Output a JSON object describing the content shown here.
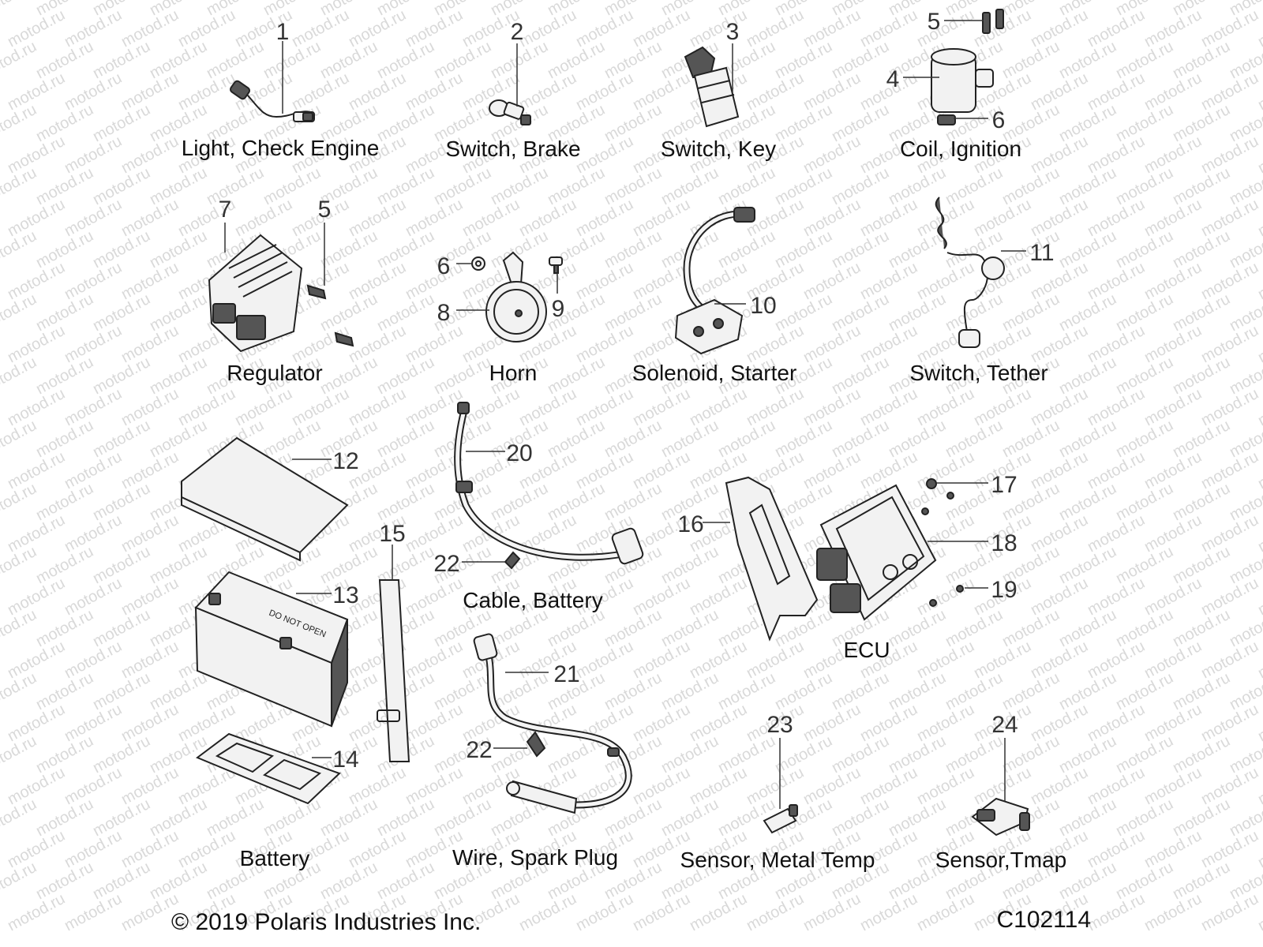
{
  "watermark": "motod.ru",
  "groups": {
    "check_engine": "Light, Check Engine",
    "brake_switch": "Switch, Brake",
    "key_switch": "Switch, Key",
    "ignition_coil": "Coil, Ignition",
    "regulator": "Regulator",
    "horn": "Horn",
    "starter_solenoid": "Solenoid, Starter",
    "tether_switch": "Switch, Tether",
    "battery_cable": "Cable, Battery",
    "ecu": "ECU",
    "battery": "Battery",
    "spark_plug_wire": "Wire, Spark Plug",
    "metal_temp_sensor": "Sensor, Metal Temp",
    "tmap_sensor": "Sensor,Tmap"
  },
  "callouts": {
    "c1": "1",
    "c2": "2",
    "c3": "3",
    "c4": "4",
    "c5a": "5",
    "c6a": "6",
    "c7": "7",
    "c5b": "5",
    "c6b": "6",
    "c8": "8",
    "c9": "9",
    "c10": "10",
    "c11": "11",
    "c12": "12",
    "c13": "13",
    "c14": "14",
    "c15": "15",
    "c20": "20",
    "c22a": "22",
    "c16": "16",
    "c17": "17",
    "c18": "18",
    "c19": "19",
    "c21": "21",
    "c22b": "22",
    "c23": "23",
    "c24": "24"
  },
  "battery_label": "DO NOT OPEN",
  "footer": {
    "copyright": "© 2019 Polaris Industries Inc.",
    "diagram_id": "C102114"
  }
}
